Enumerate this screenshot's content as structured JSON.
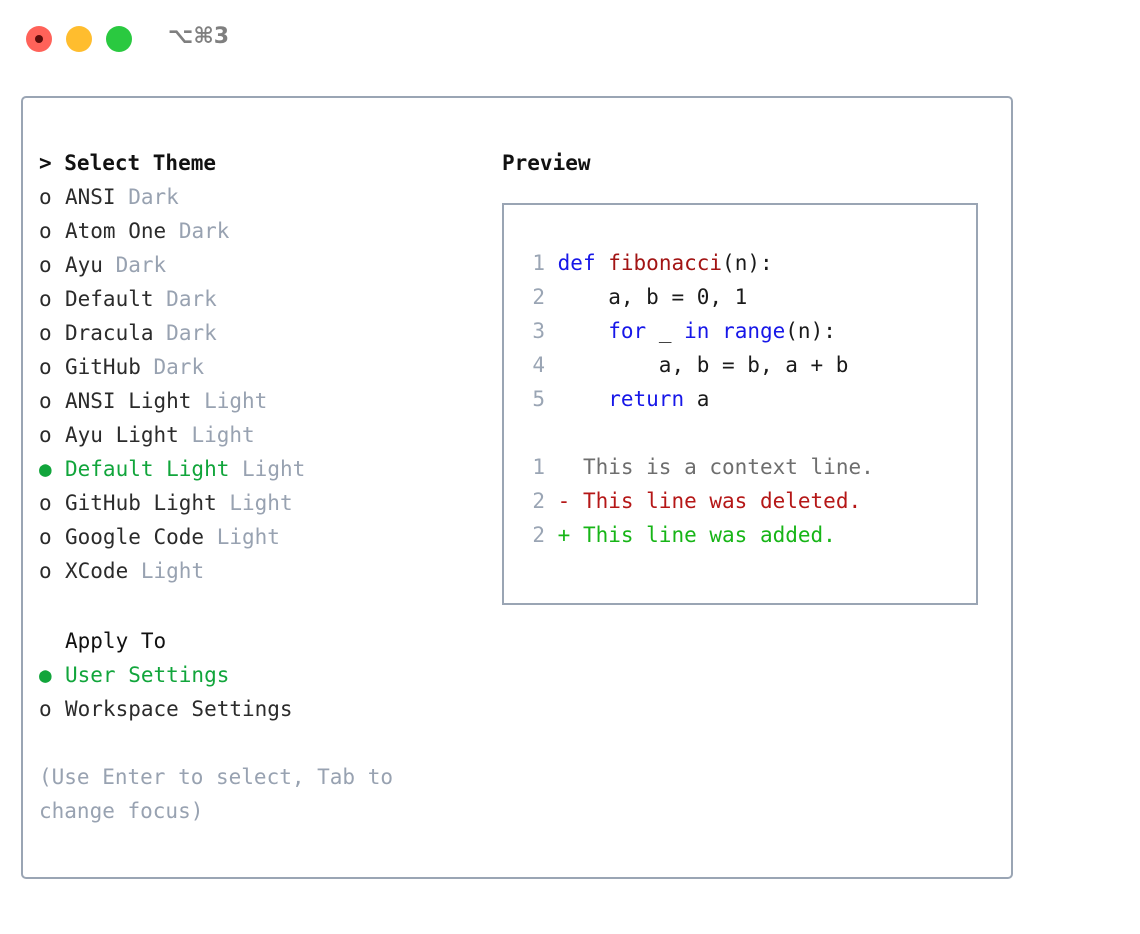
{
  "window": {
    "shortcut_label": "⌥⌘3",
    "traffic_lights": {
      "close_color": "#ff6259",
      "minimize_color": "#ffbd2e",
      "maximize_color": "#2ac940"
    }
  },
  "colors": {
    "accent_green": "#11a53b",
    "muted_gray": "#98a2b1",
    "border": "#9aa5b4",
    "keyword_blue": "#1717e8",
    "function_red": "#a21414",
    "diff_add_green": "#17b517",
    "diff_del_red": "#b51717"
  },
  "theme_section": {
    "header": "> Select Theme",
    "focused": true,
    "items": [
      {
        "marker": "o",
        "name": "ANSI",
        "category": "Dark",
        "selected": false
      },
      {
        "marker": "o",
        "name": "Atom One",
        "category": "Dark",
        "selected": false
      },
      {
        "marker": "o",
        "name": "Ayu",
        "category": "Dark",
        "selected": false
      },
      {
        "marker": "o",
        "name": "Default",
        "category": "Dark",
        "selected": false
      },
      {
        "marker": "o",
        "name": "Dracula",
        "category": "Dark",
        "selected": false
      },
      {
        "marker": "o",
        "name": "GitHub",
        "category": "Dark",
        "selected": false
      },
      {
        "marker": "o",
        "name": "ANSI Light",
        "category": "Light",
        "selected": false
      },
      {
        "marker": "o",
        "name": "Ayu Light",
        "category": "Light",
        "selected": false
      },
      {
        "marker": "●",
        "name": "Default Light",
        "category": "Light",
        "selected": true
      },
      {
        "marker": "o",
        "name": "GitHub Light",
        "category": "Light",
        "selected": false
      },
      {
        "marker": "o",
        "name": "Google Code",
        "category": "Light",
        "selected": false
      },
      {
        "marker": "o",
        "name": "XCode",
        "category": "Light",
        "selected": false
      }
    ]
  },
  "apply_section": {
    "header": "Apply To",
    "focused": false,
    "items": [
      {
        "marker": "●",
        "name": "User Settings",
        "selected": true
      },
      {
        "marker": "o",
        "name": "Workspace Settings",
        "selected": false
      }
    ]
  },
  "hint": "(Use Enter to select, Tab to change focus)",
  "preview": {
    "title": "Preview",
    "code_lines": [
      {
        "num": "1",
        "tokens": [
          {
            "t": "def",
            "c": "kw"
          },
          {
            "t": " ",
            "c": "plain"
          },
          {
            "t": "fibonacci",
            "c": "fn"
          },
          {
            "t": "(n):",
            "c": "plain"
          }
        ]
      },
      {
        "num": "2",
        "tokens": [
          {
            "t": "    a, b = 0, 1",
            "c": "plain"
          }
        ]
      },
      {
        "num": "3",
        "tokens": [
          {
            "t": "    ",
            "c": "plain"
          },
          {
            "t": "for",
            "c": "kw"
          },
          {
            "t": " _ ",
            "c": "plain"
          },
          {
            "t": "in",
            "c": "kw"
          },
          {
            "t": " ",
            "c": "plain"
          },
          {
            "t": "range",
            "c": "kw"
          },
          {
            "t": "(n):",
            "c": "plain"
          }
        ]
      },
      {
        "num": "4",
        "tokens": [
          {
            "t": "        a, b = b, a + b",
            "c": "plain"
          }
        ]
      },
      {
        "num": "5",
        "tokens": [
          {
            "t": "    ",
            "c": "plain"
          },
          {
            "t": "return",
            "c": "kw"
          },
          {
            "t": " a",
            "c": "plain"
          }
        ]
      }
    ],
    "diff_lines": [
      {
        "num": "1",
        "prefix": "  ",
        "text": "This is a context line.",
        "kind": "ctx"
      },
      {
        "num": "2",
        "prefix": "- ",
        "text": "This line was deleted.",
        "kind": "del"
      },
      {
        "num": "2",
        "prefix": "+ ",
        "text": "This line was added.",
        "kind": "add"
      }
    ]
  }
}
